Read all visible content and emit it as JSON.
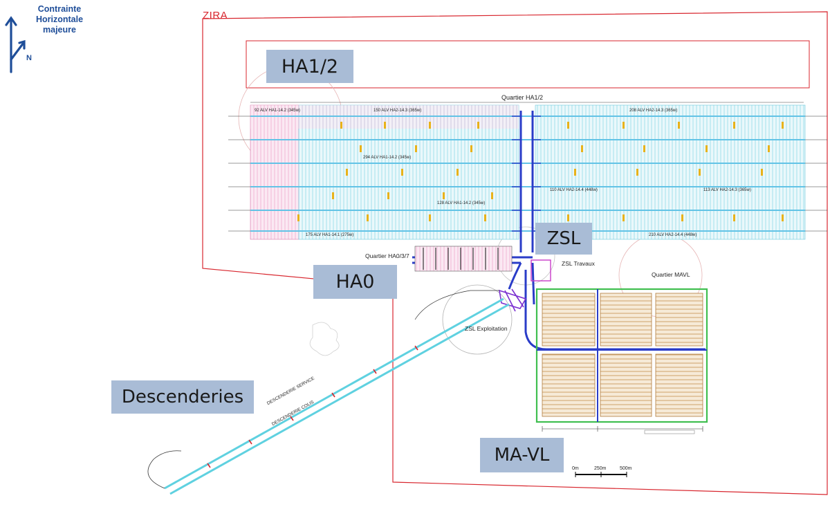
{
  "compass": {
    "label_line1": "Contrainte",
    "label_line2": "Horizontale",
    "label_line3": "majeure",
    "north": "N",
    "color": "#1f4e99"
  },
  "zones": {
    "zira": "ZIRA",
    "ha12": "HA1/2",
    "zsl": "ZSL",
    "ha0": "HA0",
    "descenderies": "Descenderies",
    "mavl": "MA-VL"
  },
  "annotations": {
    "quartier_ha12": "Quartier HA1/2",
    "quartier_ha037": "Quartier HA0/3/7",
    "zsl_travaux": "ZSL Travaux",
    "quartier_mavl": "Quartier MAVL",
    "zsl_exploitation": "ZSL Exploitation",
    "descenderie_service": "DESCENDERIE SERVICE",
    "descenderie_colis": "DESCENDERIE COLIS",
    "alv_1": "92 ALV HA1-14.2 (345w)",
    "alv_2": "150 ALV HA2-14.3 (365w)",
    "alv_3": "208 ALV HA2-14.3 (365w)",
    "alv_4": "294 ALV HA1-14.2 (345w)",
    "alv_5": "110 ALV HA2-14.4 (448w)",
    "alv_6": "113 ALV HA2-14.3 (365w)",
    "alv_7": "128 ALV HA1-14.2 (345w)",
    "alv_8": "175 ALV HA1-14.1 (275w)",
    "alv_9": "210 ALV HA2-14.4 (448w)",
    "scale_0": "0m",
    "scale_250": "250m",
    "scale_500": "500m"
  },
  "colors": {
    "zira_outline": "#d8262e",
    "label_fill": "#a9bcd6",
    "gallery_blue": "#2a3cc8",
    "cell_cyan": "#7fd6e6",
    "cell_pink": "#f3b9d8",
    "mavl_brown": "#b07a3c",
    "mavl_green": "#3fbf4f"
  }
}
